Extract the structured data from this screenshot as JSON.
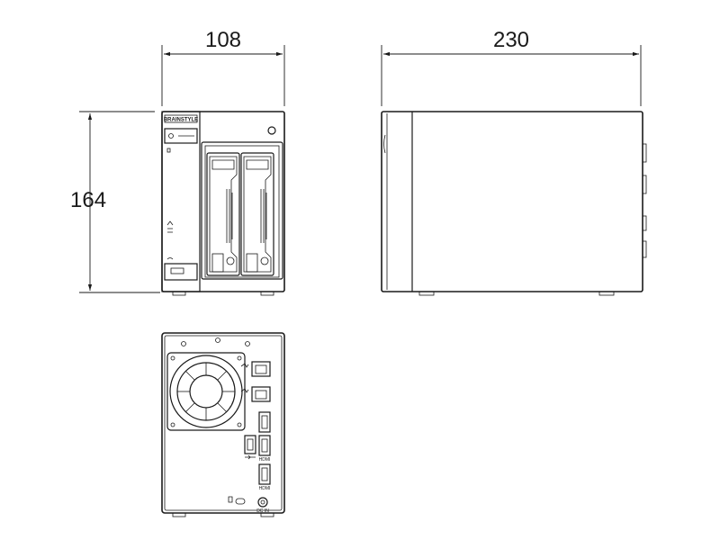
{
  "dimensions": {
    "front_width": "108",
    "front_height": "164",
    "side_depth": "230"
  },
  "labels": {
    "brand_logo": "BRAINSTYLE",
    "port_dc_in": "DC IN",
    "port_hdmi_1": "HDMI",
    "port_hdmi_2": "HDMI"
  },
  "colors": {
    "line": "#1a1a1a",
    "background": "#ffffff"
  }
}
